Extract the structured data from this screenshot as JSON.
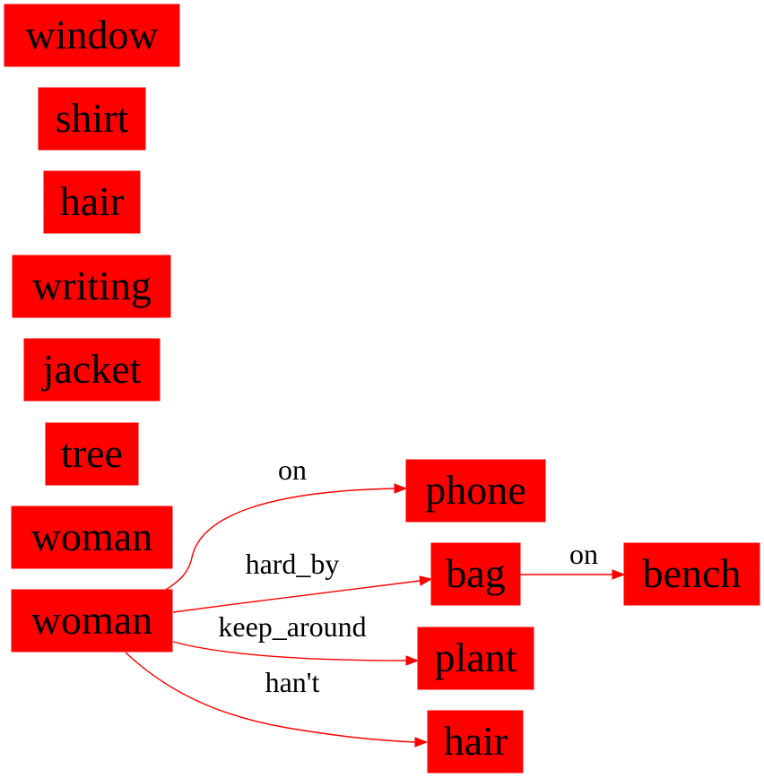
{
  "colors": {
    "node_fill": "#ff0000",
    "edge": "#ff0000",
    "text": "#000000",
    "background": "#ffffff"
  },
  "graph": {
    "nodes": [
      {
        "id": "n_window",
        "label": "window"
      },
      {
        "id": "n_shirt",
        "label": "shirt"
      },
      {
        "id": "n_hair1",
        "label": "hair"
      },
      {
        "id": "n_writing",
        "label": "writing"
      },
      {
        "id": "n_jacket",
        "label": "jacket"
      },
      {
        "id": "n_tree",
        "label": "tree"
      },
      {
        "id": "n_woman1",
        "label": "woman"
      },
      {
        "id": "n_woman2",
        "label": "woman"
      },
      {
        "id": "n_phone",
        "label": "phone"
      },
      {
        "id": "n_bag",
        "label": "bag"
      },
      {
        "id": "n_bench",
        "label": "bench"
      },
      {
        "id": "n_plant",
        "label": "plant"
      },
      {
        "id": "n_hair2",
        "label": "hair"
      }
    ],
    "edges": [
      {
        "id": "e_woman_phone",
        "from": "n_woman2",
        "to": "n_phone",
        "label": "on"
      },
      {
        "id": "e_woman_bag",
        "from": "n_woman2",
        "to": "n_bag",
        "label": "hard_by"
      },
      {
        "id": "e_bag_bench",
        "from": "n_bag",
        "to": "n_bench",
        "label": "on"
      },
      {
        "id": "e_woman_plant",
        "from": "n_woman2",
        "to": "n_plant",
        "label": "keep_around"
      },
      {
        "id": "e_woman_hair",
        "from": "n_woman2",
        "to": "n_hair2",
        "label": "han't"
      }
    ]
  }
}
